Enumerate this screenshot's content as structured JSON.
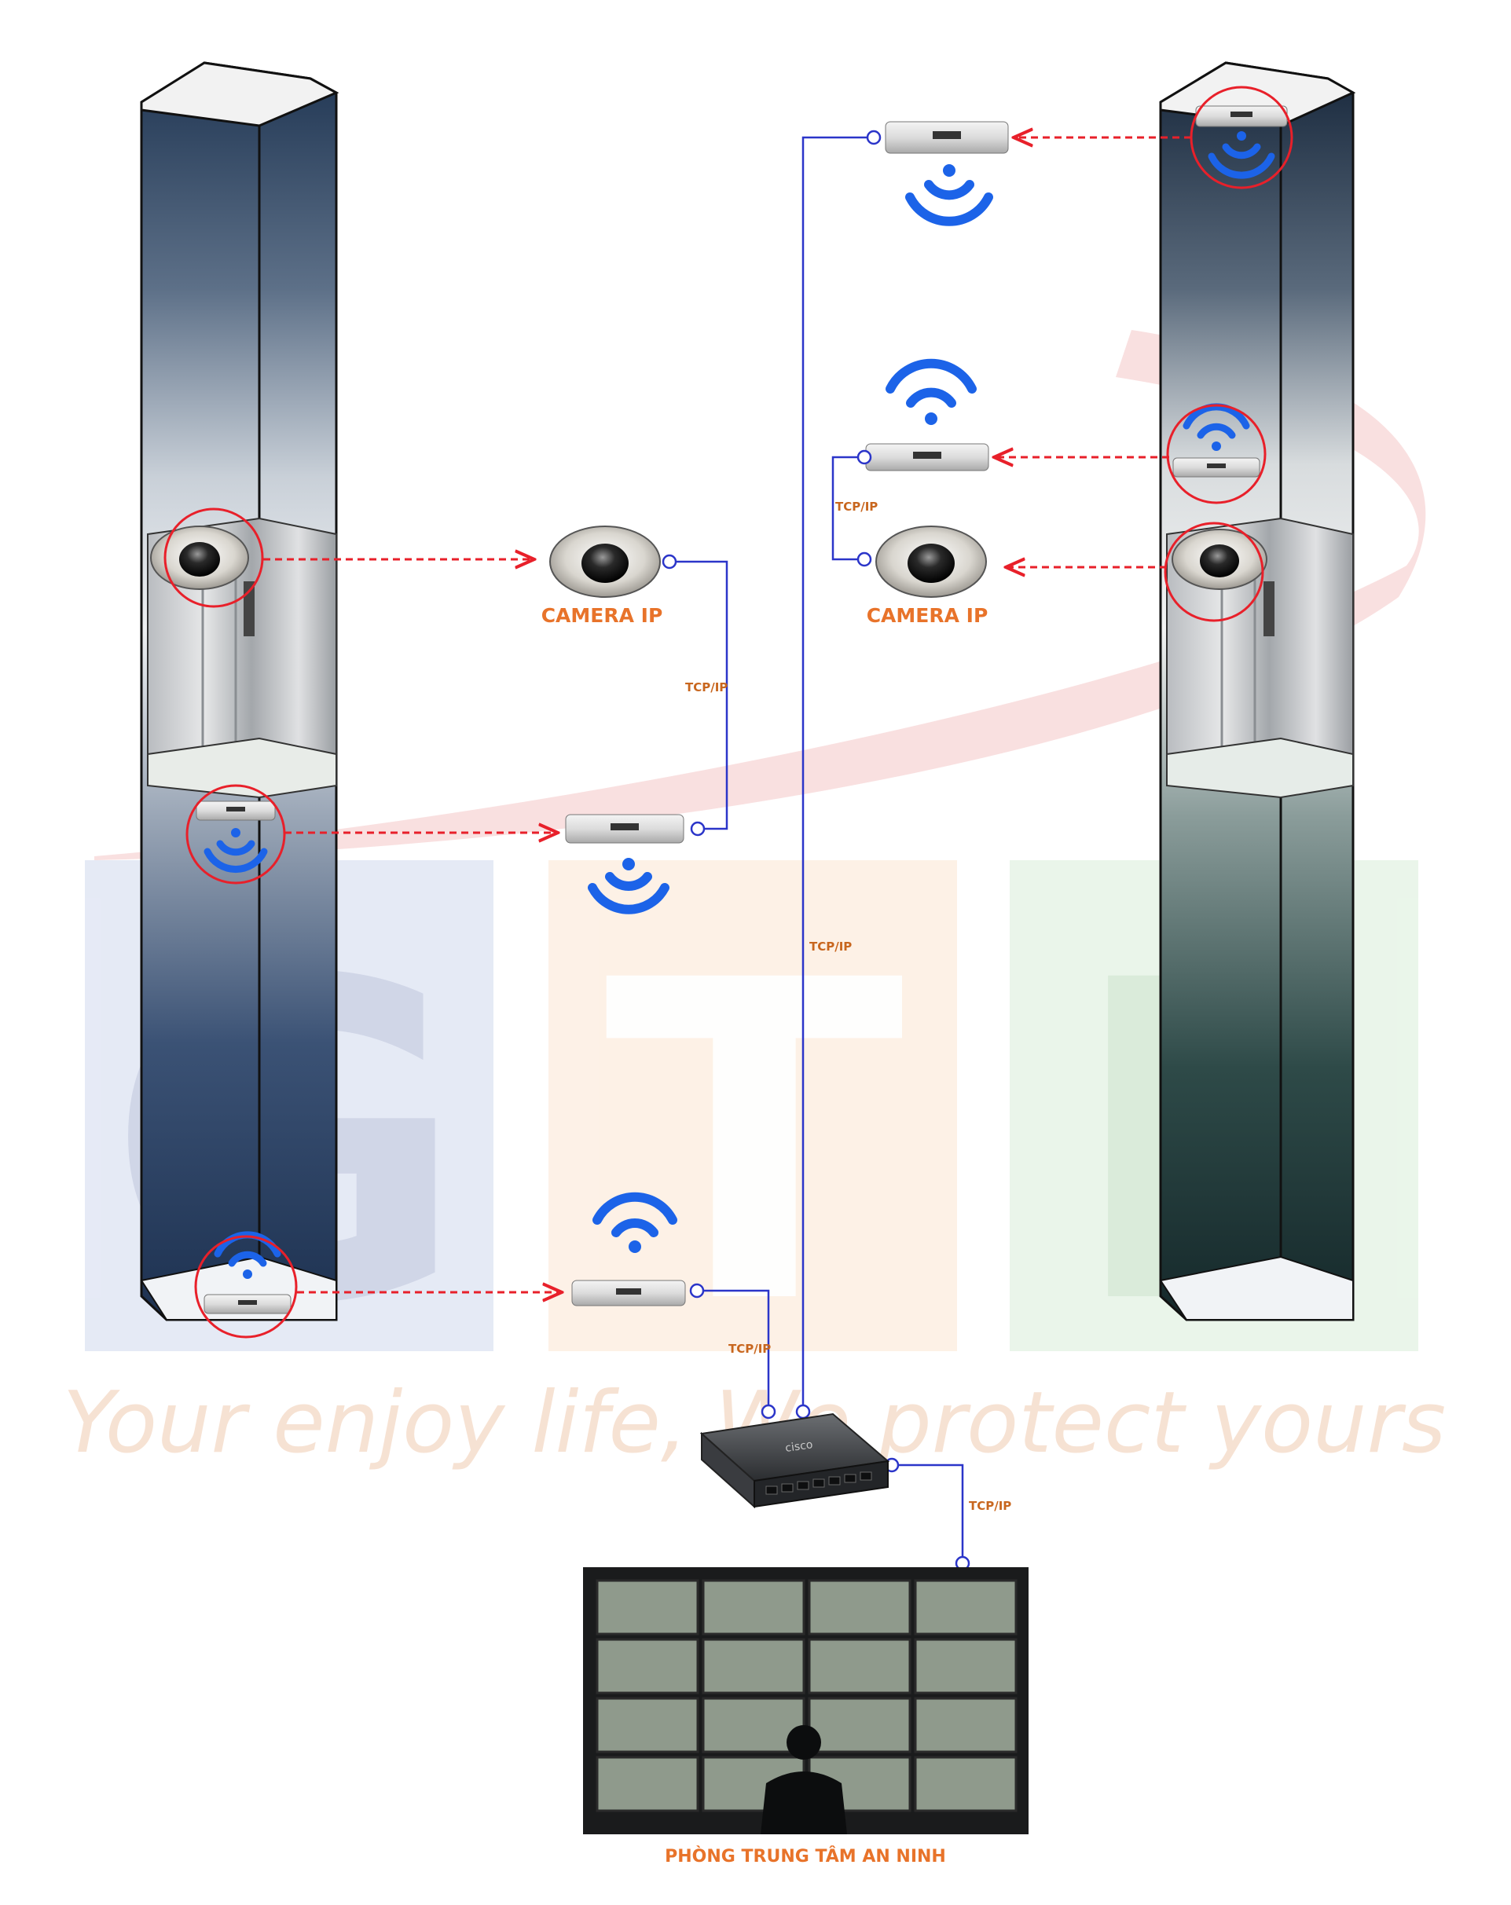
{
  "labels": {
    "camera_ip": "CAMERA IP",
    "tcp_ip": "TCP/IP",
    "control_room": "PHÒNG TRUNG TÂM AN NINH",
    "watermark_tagline": "Your enjoy life, We protect yours",
    "watermark_letters": [
      "G",
      "T",
      "E"
    ],
    "switch_brand": "cisco"
  },
  "colors": {
    "link_line": "#2b35c9",
    "arrow": "#e8202a",
    "label_orange": "#e8732a",
    "wifi_blue": "#1c63e8",
    "tcp_label": "#c8661e"
  },
  "icons": [
    "elevator-shaft",
    "dome-camera",
    "wireless-bridge",
    "wifi-signal",
    "network-switch",
    "video-wall"
  ]
}
